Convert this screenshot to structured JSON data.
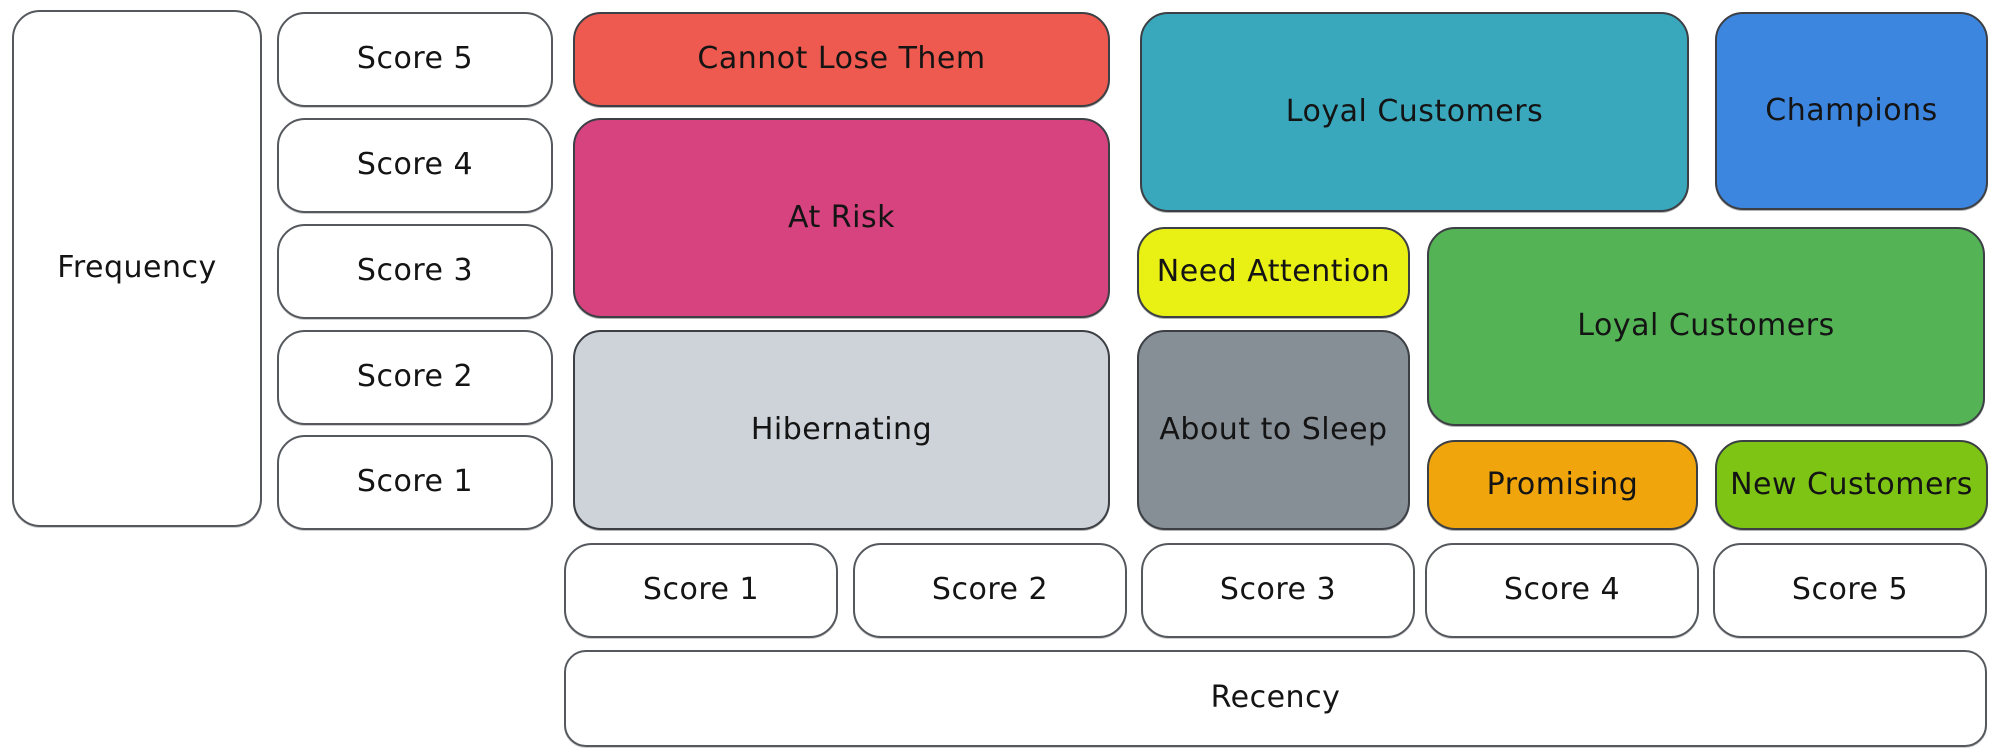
{
  "diagram_type": "rfm-segmentation-matrix",
  "axes": {
    "frequency": {
      "label": "Frequency",
      "scores": [
        "Score 5",
        "Score 4",
        "Score 3",
        "Score 2",
        "Score 1"
      ]
    },
    "recency": {
      "label": "Recency",
      "scores": [
        "Score 1",
        "Score 2",
        "Score 3",
        "Score 4",
        "Score 5"
      ]
    }
  },
  "segments": [
    {
      "label": "Cannot Lose Them",
      "color": "#ee5a4f",
      "text_color": "#141414",
      "recency_cols": "1-2",
      "frequency_rows": "5"
    },
    {
      "label": "At Risk",
      "color": "#d6437e",
      "text_color": "#141414",
      "recency_cols": "1-2",
      "frequency_rows": "3-4"
    },
    {
      "label": "Hibernating",
      "color": "#cdd3d9",
      "text_color": "#141414",
      "recency_cols": "1-2",
      "frequency_rows": "1-2"
    },
    {
      "label": "Loyal Customers",
      "color": "#3aa8bc",
      "text_color": "#141414",
      "recency_cols": "3-4",
      "frequency_rows": "4-5"
    },
    {
      "label": "Champions",
      "color": "#3d86e0",
      "text_color": "#141414",
      "recency_cols": "5",
      "frequency_rows": "4-5"
    },
    {
      "label": "Need Attention",
      "color": "#e9f013",
      "text_color": "#141414",
      "recency_cols": "3",
      "frequency_rows": "3"
    },
    {
      "label": "About to Sleep",
      "color": "#868e96",
      "text_color": "#141414",
      "recency_cols": "3",
      "frequency_rows": "1-2"
    },
    {
      "label": "Loyal Customers",
      "color": "#53b355",
      "text_color": "#141414",
      "recency_cols": "4-5",
      "frequency_rows": "2-3"
    },
    {
      "label": "Promising",
      "color": "#f0a50c",
      "text_color": "#141414",
      "recency_cols": "4",
      "frequency_rows": "1"
    },
    {
      "label": "New Customers",
      "color": "#7ec414",
      "text_color": "#141414",
      "recency_cols": "5",
      "frequency_rows": "1"
    }
  ],
  "background_color": "#ffffff"
}
